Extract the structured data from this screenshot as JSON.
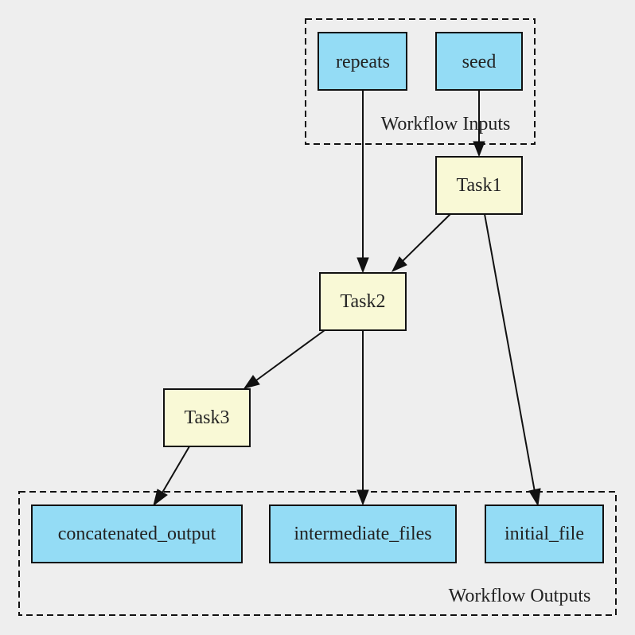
{
  "colors": {
    "background": "#eeeeee",
    "io_node_fill": "#94dcf5",
    "task_node_fill": "#f9f9d6",
    "stroke": "#111111"
  },
  "clusters": {
    "inputs": {
      "label": "Workflow Inputs"
    },
    "outputs": {
      "label": "Workflow Outputs"
    }
  },
  "nodes": {
    "repeats": {
      "label": "repeats",
      "kind": "input"
    },
    "seed": {
      "label": "seed",
      "kind": "input"
    },
    "task1": {
      "label": "Task1",
      "kind": "task"
    },
    "task2": {
      "label": "Task2",
      "kind": "task"
    },
    "task3": {
      "label": "Task3",
      "kind": "task"
    },
    "concatenated_output": {
      "label": "concatenated_output",
      "kind": "output"
    },
    "intermediate_files": {
      "label": "intermediate_files",
      "kind": "output"
    },
    "initial_file": {
      "label": "initial_file",
      "kind": "output"
    }
  },
  "edges": [
    {
      "from": "seed",
      "to": "task1"
    },
    {
      "from": "repeats",
      "to": "task2"
    },
    {
      "from": "task1",
      "to": "task2"
    },
    {
      "from": "task1",
      "to": "initial_file"
    },
    {
      "from": "task2",
      "to": "task3"
    },
    {
      "from": "task2",
      "to": "intermediate_files"
    },
    {
      "from": "task3",
      "to": "concatenated_output"
    }
  ]
}
